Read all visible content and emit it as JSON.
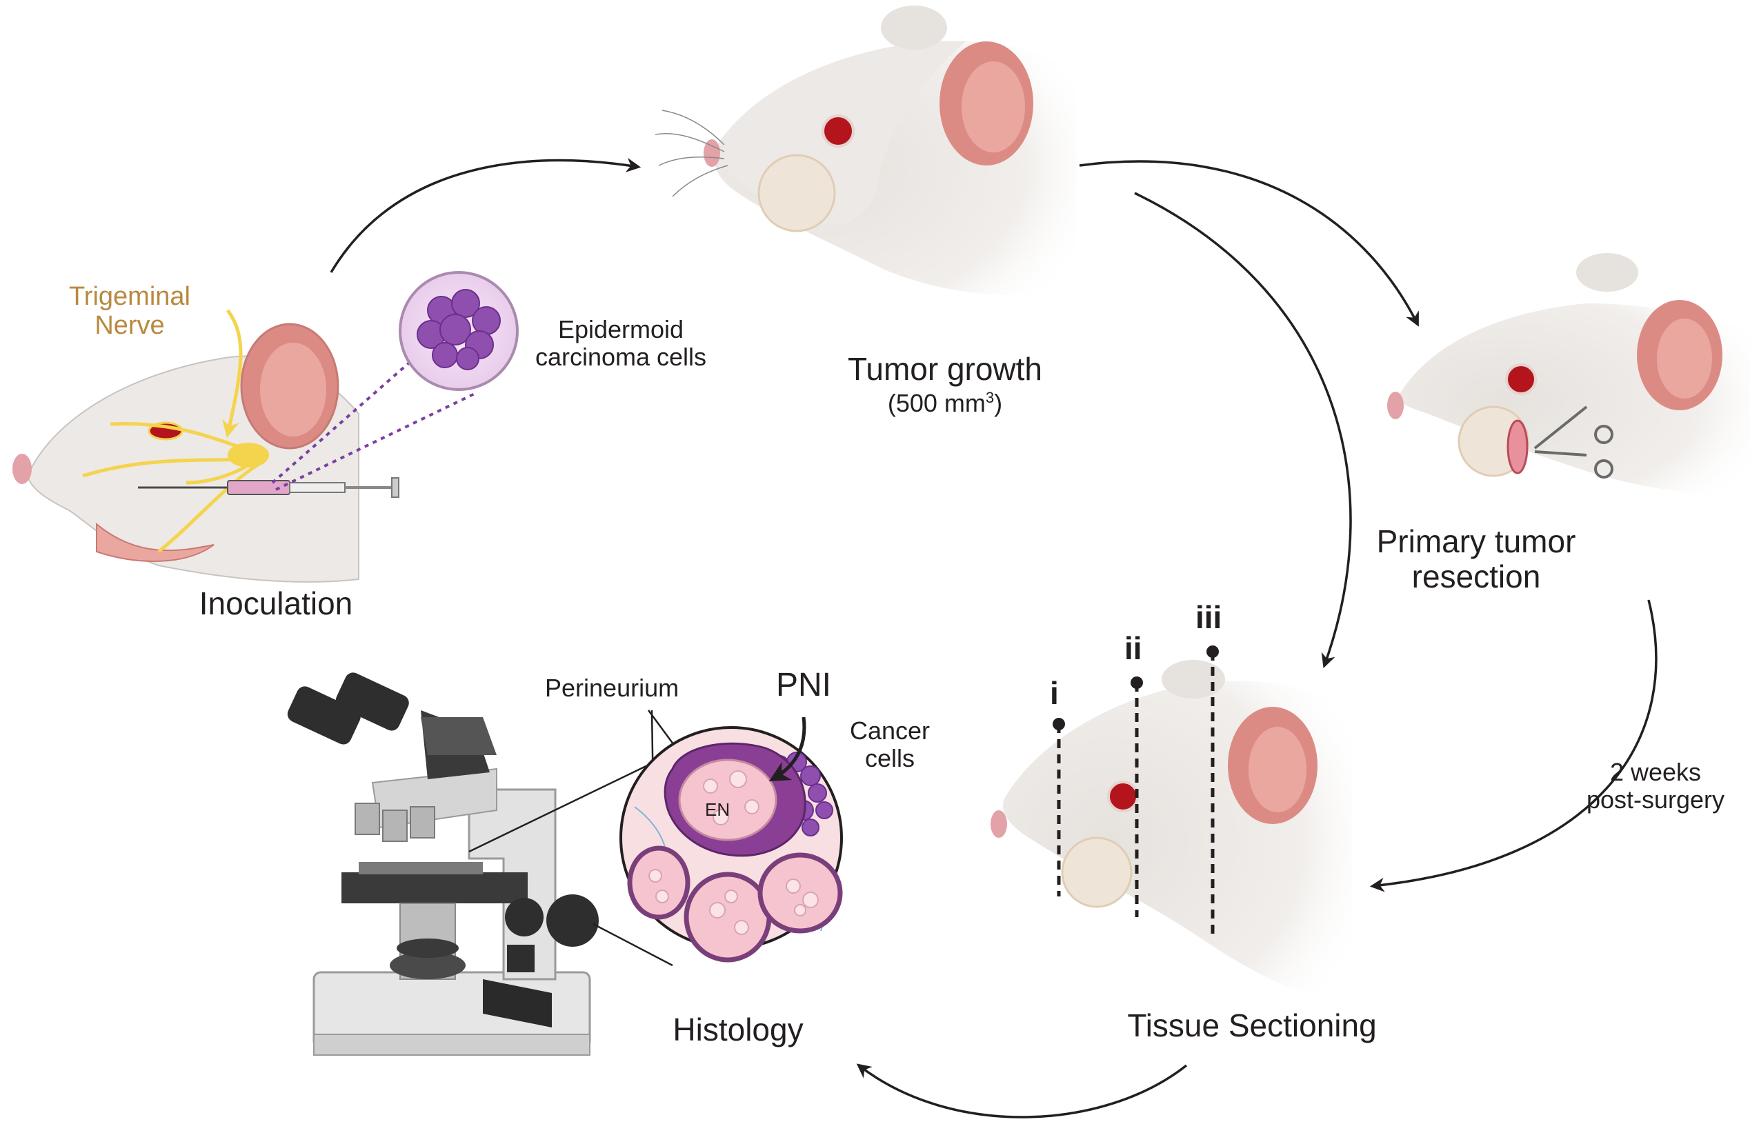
{
  "labels": {
    "inoculation": "Inoculation",
    "trigeminal_line1": "Trigeminal",
    "trigeminal_line2": "Nerve",
    "epidermoid_line1": "Epidermoid",
    "epidermoid_line2": "carcinoma cells",
    "tumor_growth": "Tumor growth",
    "tumor_volume": "(500 mm",
    "tumor_volume_sup": "3",
    "tumor_volume_close": ")",
    "resection_line1": "Primary tumor",
    "resection_line2": "resection",
    "weeks_line1": "2 weeks",
    "weeks_line2": "post-surgery",
    "tissue_sectioning": "Tissue Sectioning",
    "histology": "Histology",
    "perineurium": "Perineurium",
    "pni": "PNI",
    "cancer_line1": "Cancer",
    "cancer_line2": "cells",
    "en": "EN",
    "section_i": "i",
    "section_ii": "ii",
    "section_iii": "iii"
  },
  "colors": {
    "mouse_fur": "#ece9e6",
    "mouse_shadow": "#d9d4cf",
    "ear_inner": "#dc8b84",
    "eye": "#b4141c",
    "nerve": "#f4d44c",
    "nerve_label": "#b8893f",
    "tumor_cell": "#9a5ab0",
    "nerve_fascicle": "#f6c4cf",
    "perineurium": "#7a3f7a",
    "arrow": "#231f20"
  },
  "icons": [
    "mouse-inoculation",
    "syringe-icon",
    "cell-magnifier-icon",
    "mouse-tumor-growth",
    "mouse-resection",
    "scissors-icon",
    "mouse-sectioning",
    "microscope-icon",
    "histology-magnifier-icon"
  ]
}
